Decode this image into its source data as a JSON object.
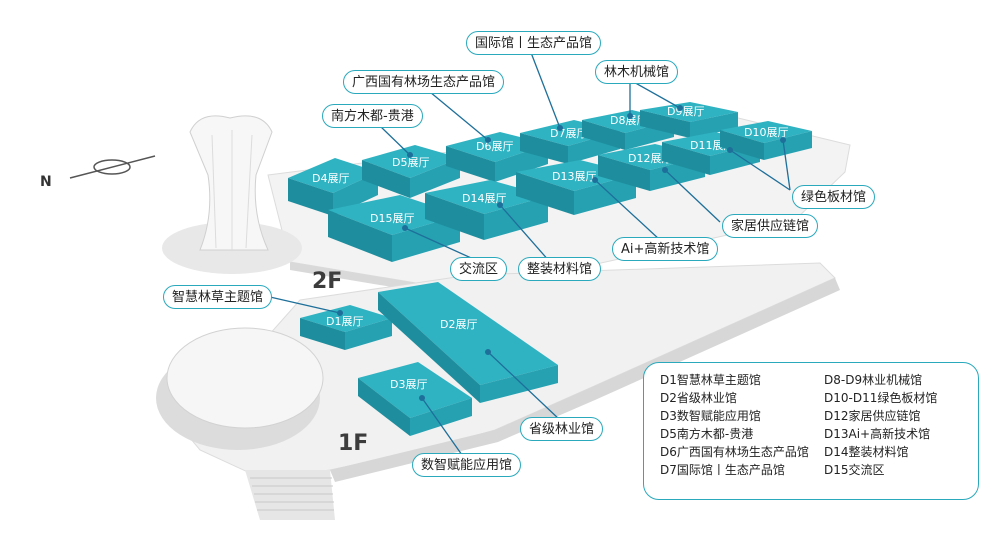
{
  "floors": {
    "upper": "2F",
    "lower": "1F"
  },
  "compass": {
    "north": "N"
  },
  "halls": {
    "d1": "D1展厅",
    "d2": "D2展厅",
    "d3": "D3展厅",
    "d4": "D4展厅",
    "d5": "D5展厅",
    "d6": "D6展厅",
    "d7": "D7展厅",
    "d8": "D8展厅",
    "d9": "D9展厅",
    "d10": "D10展厅",
    "d11": "D11展厅",
    "d12": "D12展厅",
    "d13": "D13展厅",
    "d14": "D14展厅",
    "d15": "D15展厅"
  },
  "callouts": {
    "international": "国际馆丨生态产品馆",
    "machinery": "林木机械馆",
    "guangxi": "广西国有林场生态产品馆",
    "south": "南方木都-贵港",
    "green": "绿色板材馆",
    "home": "家居供应链馆",
    "ai": "Ai+高新技术馆",
    "exchange": "交流区",
    "materials": "整装材料馆",
    "smart": "智慧林草主题馆",
    "provincial": "省级林业馆",
    "digital": "数智赋能应用馆"
  },
  "legend": {
    "left": [
      "D1智慧林草主题馆",
      "D2省级林业馆",
      "D3数智赋能应用馆",
      "D5南方木都-贵港",
      "D6广西国有林场生态产品馆",
      "D7国际馆丨生态产品馆"
    ],
    "right": [
      "D8-D9林业机械馆",
      "D10-D11绿色板材馆",
      "D12家居供应链馆",
      "D13Ai+高新技术馆",
      "D14整装材料馆",
      "D15交流区"
    ]
  },
  "colors": {
    "hall_top": "#2fb3c2",
    "hall_side": "#1e8e9e",
    "accent": "#2aa9bd"
  }
}
